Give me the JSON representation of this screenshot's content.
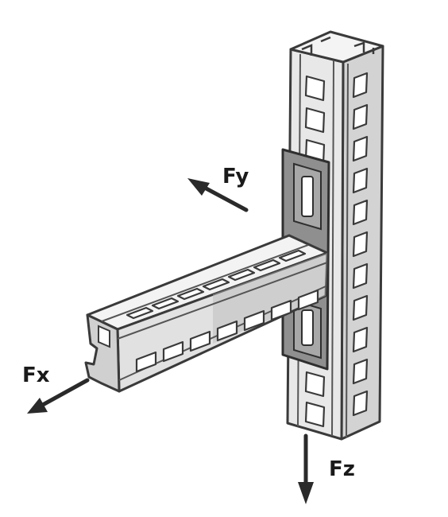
{
  "forces": {
    "fx": {
      "label": "Fx"
    },
    "fy": {
      "label": "Fy"
    },
    "fz": {
      "label": "Fz"
    }
  },
  "colors": {
    "channel_face": "#e3e3e3",
    "channel_light": "#f1f1f1",
    "channel_shadow": "#c9c9c9",
    "steel_outline": "#3a3a3a",
    "bracket": "#8f8f8f",
    "slot": "#ffffff",
    "arrow": "#2a2a2a"
  }
}
